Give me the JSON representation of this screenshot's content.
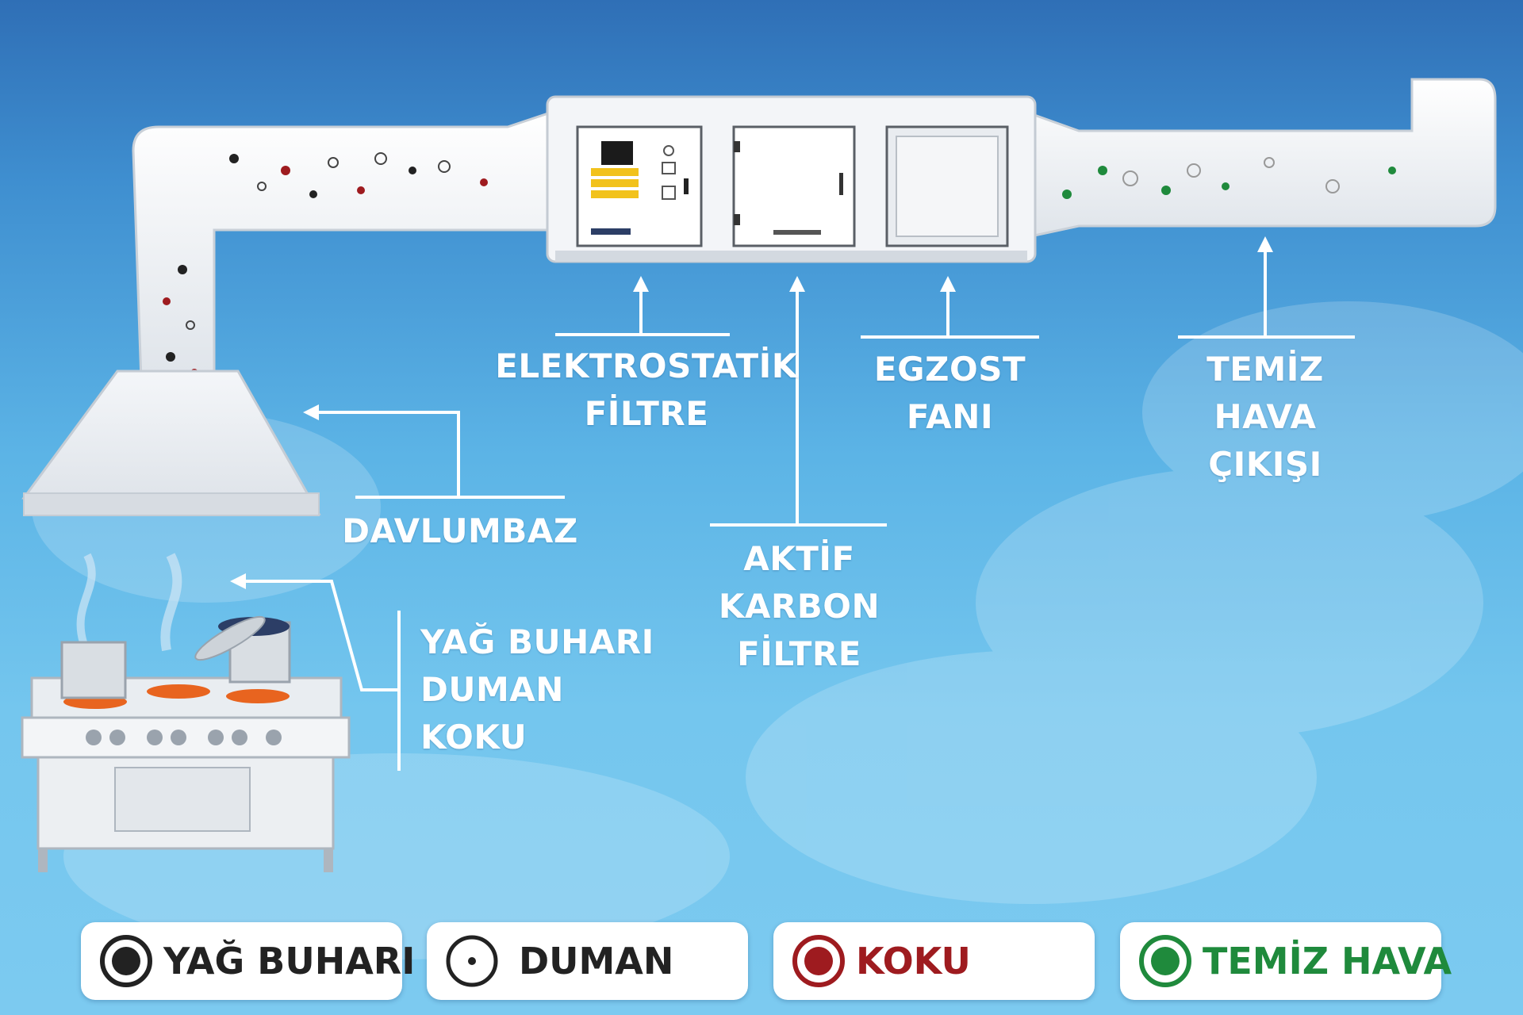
{
  "labels": {
    "elektrostatik": [
      "ELEKTROSTATİK",
      "FİLTRE"
    ],
    "egzost": [
      "EGZOST",
      "FANI"
    ],
    "temiz_hava_cikisi": [
      "TEMİZ",
      "HAVA",
      "ÇIKIŞI"
    ],
    "davlumbaz": "DAVLUMBAZ",
    "aktif_karbon": [
      "AKTİF",
      "KARBON",
      "FİLTRE"
    ],
    "kaynak": [
      "YAĞ BUHARI",
      "DUMAN",
      "KOKU"
    ]
  },
  "legend": [
    {
      "label": "YAĞ BUHARI",
      "icon": "filled-black-dot-icon",
      "color": "#222222"
    },
    {
      "label": "DUMAN",
      "icon": "small-dot-ring-icon",
      "color": "#222222"
    },
    {
      "label": "KOKU",
      "icon": "red-dot-icon",
      "color": "#9e1b1f"
    },
    {
      "label": "TEMİZ HAVA",
      "icon": "green-dot-icon",
      "color": "#1f8a3c"
    }
  ],
  "colors": {
    "sky_top": "#2f6fb6",
    "sky_bottom": "#7ccaf0",
    "duct": "#eef1f5",
    "odor": "#9e1b1f",
    "clean_air": "#1f8a3c"
  }
}
